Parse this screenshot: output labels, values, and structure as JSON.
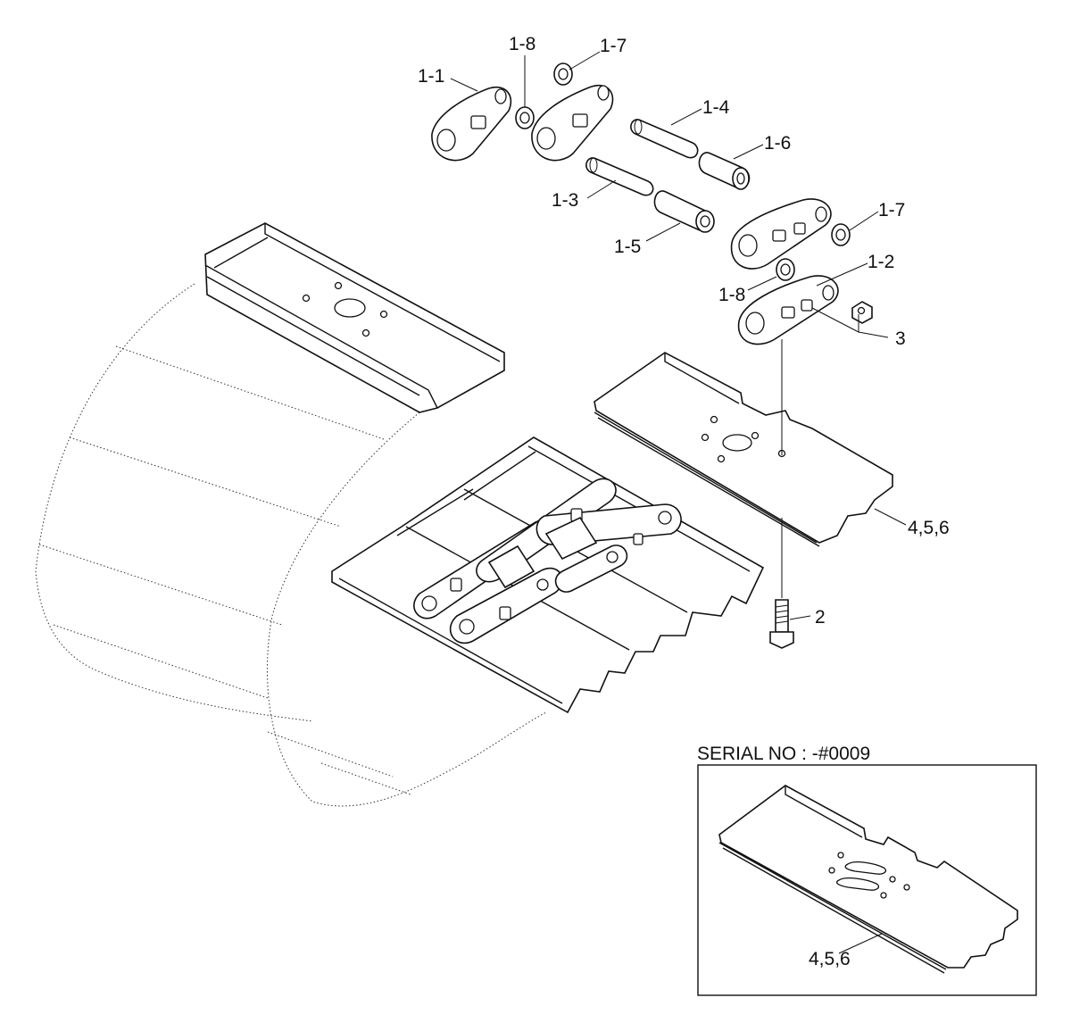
{
  "callouts": {
    "c1_1": "1-1",
    "c1_8_top": "1-8",
    "c1_7_top": "1-7",
    "c1_4": "1-4",
    "c1_6": "1-6",
    "c1_3": "1-3",
    "c1_5": "1-5",
    "c1_7_right": "1-7",
    "c1_2": "1-2",
    "c1_8_right": "1-8",
    "c3": "3",
    "c456": "4,5,6",
    "c2": "2"
  },
  "inset": {
    "title": "SERIAL NO : -#0009",
    "callout": "4,5,6"
  }
}
